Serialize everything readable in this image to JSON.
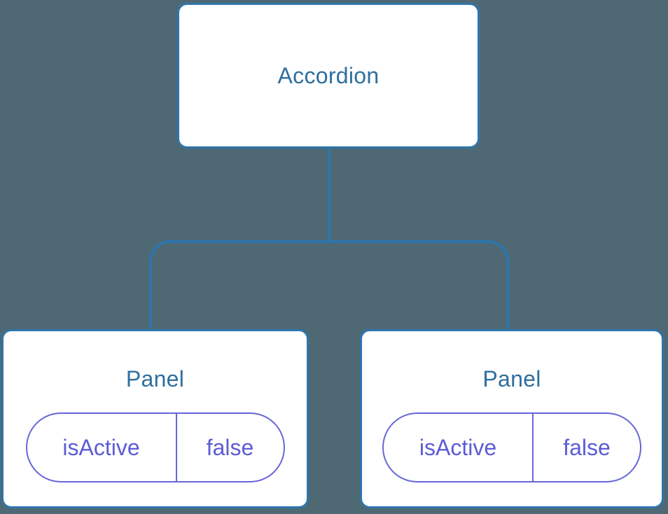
{
  "diagram": {
    "type": "component-tree",
    "root": {
      "label": "Accordion"
    },
    "panels": [
      {
        "label": "Panel",
        "state": {
          "name": "isActive",
          "value": "false"
        }
      },
      {
        "label": "Panel",
        "state": {
          "name": "isActive",
          "value": "false"
        }
      }
    ],
    "colors": {
      "background": "#4E6973",
      "line": "#2E75AC",
      "node_fill": "#FFFFFF",
      "node_text": "#2E6F9E",
      "state_border": "#6666D9",
      "state_text": "#5C5CD6"
    }
  }
}
